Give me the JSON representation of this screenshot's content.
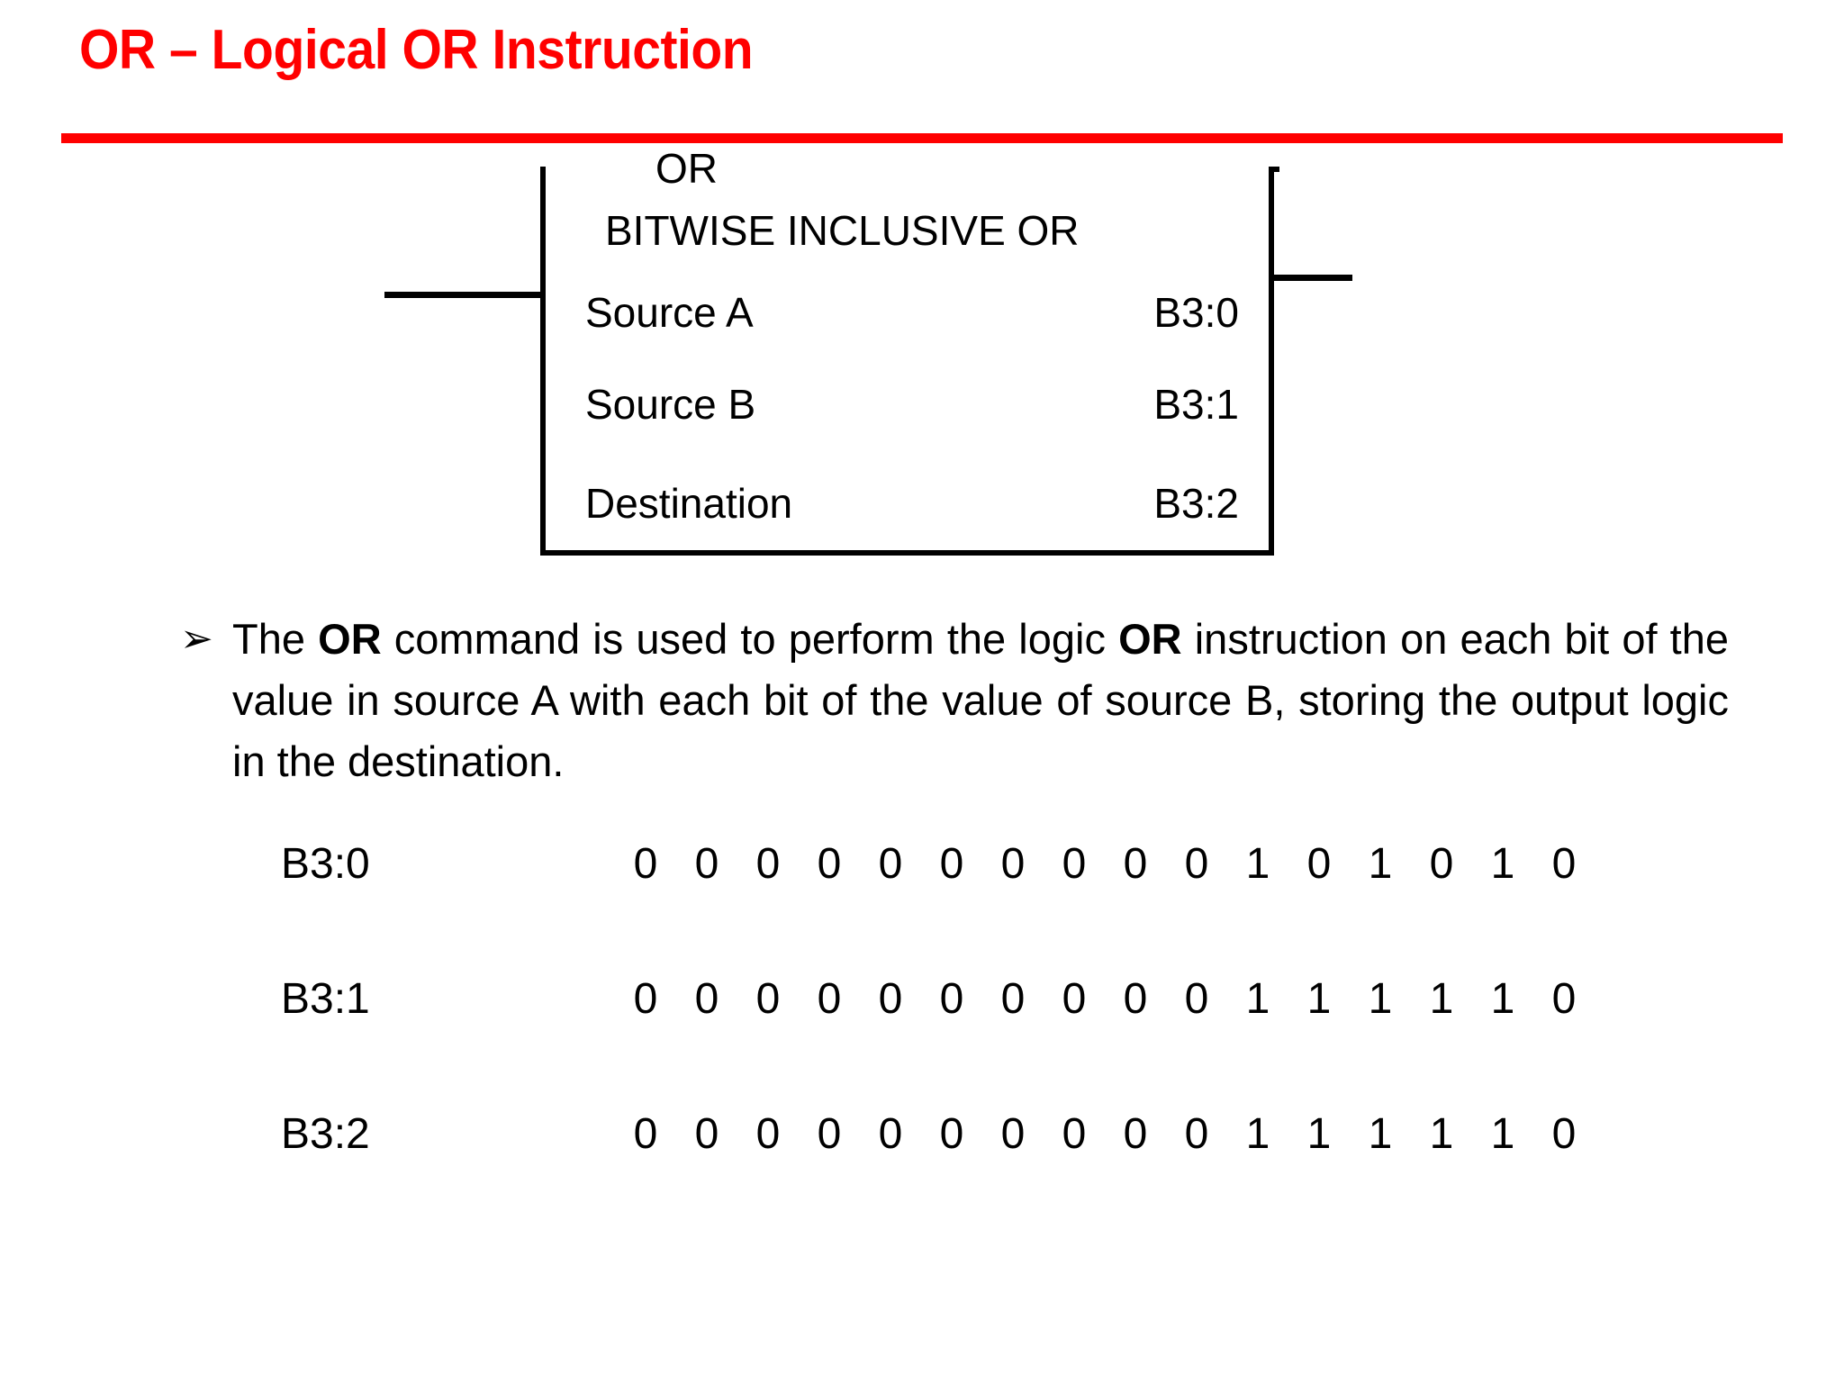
{
  "slide": {
    "title": "OR – Logical OR Instruction",
    "accent_color": "#FF0000",
    "text_color": "#000000",
    "background_color": "#FFFFFF"
  },
  "instruction_block": {
    "mnemonic": "OR",
    "description": "BITWISE INCLUSIVE OR",
    "operands": [
      {
        "label": "Source  A",
        "value": "B3:0"
      },
      {
        "label": "Source  B",
        "value": "B3:1"
      },
      {
        "label": "Destination",
        "value": "B3:2"
      }
    ]
  },
  "bullet": {
    "marker": "➢",
    "text_parts": [
      {
        "text": "The ",
        "bold": false
      },
      {
        "text": "OR",
        "bold": true
      },
      {
        "text": " command is used to perform the logic ",
        "bold": false
      },
      {
        "text": "OR",
        "bold": true
      },
      {
        "text": " instruction on each bit of the value in source A with each bit of the value of source B, storing the output logic in the destination.",
        "bold": false
      }
    ],
    "plain_text": "The OR command is used to perform the logic OR instruction on each bit of the value in source A with each bit of the value of source B, storing the output logic in the destination."
  },
  "bit_table": {
    "rows": [
      {
        "label": "B3:0",
        "role": "Source A",
        "bits": [
          "0",
          "0",
          "0",
          "0",
          "0",
          "0",
          "0",
          "0",
          "0",
          "0",
          "1",
          "0",
          "1",
          "0",
          "1",
          "0"
        ],
        "binary": "0000000000101010"
      },
      {
        "label": "B3:1",
        "role": "Source B",
        "bits": [
          "0",
          "0",
          "0",
          "0",
          "0",
          "0",
          "0",
          "0",
          "0",
          "0",
          "1",
          "1",
          "1",
          "1",
          "1",
          "0"
        ],
        "binary": "0000000000111110"
      },
      {
        "label": "B3:2",
        "role": "Destination",
        "bits": [
          "0",
          "0",
          "0",
          "0",
          "0",
          "0",
          "0",
          "0",
          "0",
          "0",
          "1",
          "1",
          "1",
          "1",
          "1",
          "0"
        ],
        "binary": "0000000000111110"
      }
    ]
  }
}
